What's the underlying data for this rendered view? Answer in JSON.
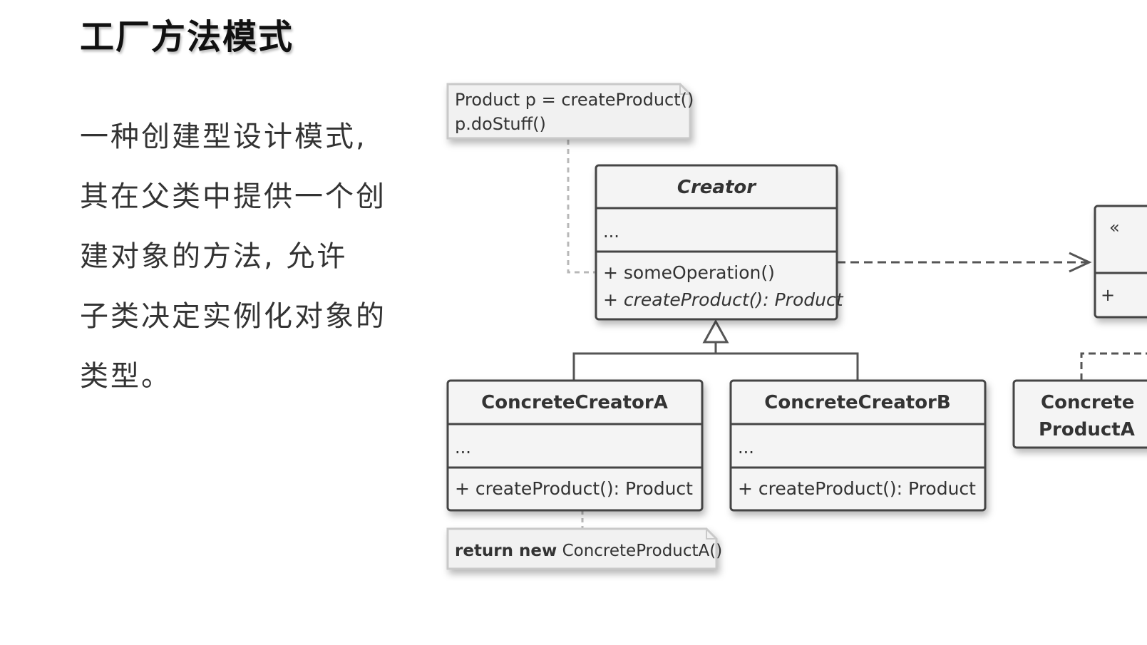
{
  "title": "工厂方法模式",
  "description": {
    "lines": [
      "一种创建型设计模式,",
      "其在父类中提供一个创",
      "建对象的方法, 允许",
      "子类决定实例化对象的",
      "类型。"
    ]
  },
  "diagram": {
    "note_top": {
      "line1": "Product p = createProduct()",
      "line2": "p.doStuff()"
    },
    "creator": {
      "name": "Creator",
      "fields": "...",
      "method1": "+ someOperation()",
      "method2": "+ createProduct(): Product"
    },
    "concrete_creator_a": {
      "name": "ConcreteCreatorA",
      "fields": "...",
      "method": "+ createProduct(): Product"
    },
    "concrete_creator_b": {
      "name": "ConcreteCreatorB",
      "fields": "...",
      "method": "+ createProduct(): Product"
    },
    "note_bottom": {
      "keyword": "return new",
      "expression": " ConcreteProductA()"
    },
    "product_interface_partial": {
      "stereotype_glyph": "«",
      "method_glyph": "+"
    },
    "concrete_product_partial": {
      "line1": "Concrete",
      "line2": "ProductA"
    }
  }
}
